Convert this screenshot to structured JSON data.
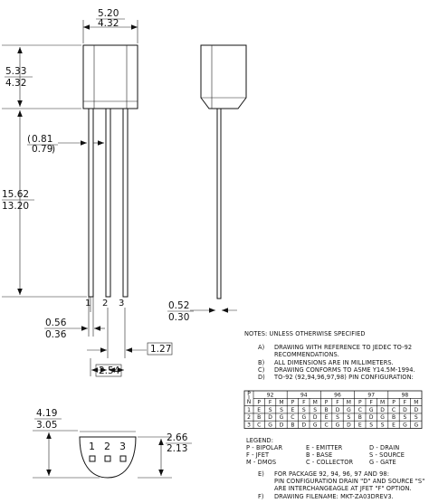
{
  "dimensions": {
    "body_width": {
      "max": "5.20",
      "min": "4.32"
    },
    "body_height": {
      "max": "5.33",
      "min": "4.32"
    },
    "lead_spacing": {
      "max": "0.81",
      "min": "0.79",
      "open": "(",
      "close": ")"
    },
    "lead_length": {
      "max": "15.62",
      "min": "13.20"
    },
    "lead_width": {
      "max": "0.56",
      "min": "0.36"
    },
    "pitch": "2.54",
    "half_pitch": "1.27",
    "lead_thickness": {
      "max": "0.52",
      "min": "0.30"
    },
    "base_depth": {
      "max": "4.19",
      "min": "3.05"
    },
    "flat_height": {
      "max": "2.66",
      "min": "2.13"
    }
  },
  "pin_labels": [
    "1",
    "2",
    "3"
  ],
  "notes": {
    "header": "NOTES: UNLESS OTHERWISE SPECIFIED",
    "items": [
      {
        "letter": "A)",
        "lines": [
          "DRAWING WITH REFERENCE TO JEDEC TO-92",
          "RECOMMENDATIONS."
        ]
      },
      {
        "letter": "B)",
        "lines": [
          "ALL DIMENSIONS ARE IN MILLIMETERS."
        ]
      },
      {
        "letter": "C)",
        "lines": [
          "DRAWING CONFORMS TO ASME Y14.5M-1994."
        ]
      },
      {
        "letter": "D)",
        "lines": [
          "TO-92 (92,94,96,97,98) PIN CONFIGURATION:"
        ]
      }
    ],
    "note_e": {
      "letter": "E)",
      "lines": [
        "FOR PACKAGE 92, 94, 96, 97 AND 98:",
        "PIN CONFIGURATION DRAIN \"D\" AND SOURCE \"S\"",
        "ARE INTERCHANGEAGLE AT JFET \"F\" OPTION."
      ]
    },
    "note_f": {
      "letter": "F)",
      "lines": [
        "DRAWING FILENAME: MKT-ZA03DREV3."
      ]
    }
  },
  "pin_table": {
    "pin_header": "PIN",
    "packages": [
      "92",
      "94",
      "96",
      "97",
      "98"
    ],
    "types": [
      "P",
      "F",
      "M",
      "P",
      "F",
      "M",
      "P",
      "F",
      "M",
      "P",
      "F",
      "M",
      "P",
      "F",
      "M"
    ],
    "rows": [
      {
        "pin": "1",
        "cells": [
          "E",
          "S",
          "S",
          "E",
          "S",
          "S",
          "B",
          "D",
          "G",
          "C",
          "G",
          "D",
          "C",
          "D",
          "D"
        ]
      },
      {
        "pin": "2",
        "cells": [
          "B",
          "D",
          "G",
          "C",
          "G",
          "D",
          "E",
          "S",
          "S",
          "B",
          "D",
          "G",
          "B",
          "S",
          "S"
        ]
      },
      {
        "pin": "3",
        "cells": [
          "C",
          "G",
          "D",
          "B",
          "D",
          "G",
          "C",
          "G",
          "D",
          "E",
          "S",
          "S",
          "E",
          "G",
          "G"
        ]
      }
    ]
  },
  "legend": {
    "title": "LEGEND:",
    "rows": [
      [
        "P  -  BIPOLAR",
        "E  -  EMITTER",
        "D  -  DRAIN"
      ],
      [
        "F  -  JFET",
        "B  -  BASE",
        "S  -  SOURCE"
      ],
      [
        "M  -  DMOS",
        "C  -  COLLECTOR",
        "G  -  GATE"
      ]
    ]
  }
}
